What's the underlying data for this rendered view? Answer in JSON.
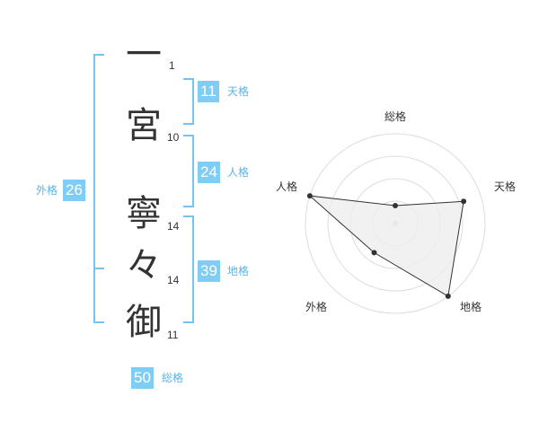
{
  "name": {
    "characters": [
      {
        "char": "一",
        "strokes": "1"
      },
      {
        "char": "宮",
        "strokes": "10"
      },
      {
        "char": "寧",
        "strokes": "14"
      },
      {
        "char": "々",
        "strokes": "14"
      },
      {
        "char": "御",
        "strokes": "11"
      }
    ]
  },
  "scores": {
    "tenkaku": {
      "label": "天格",
      "value": "11"
    },
    "jinkaku": {
      "label": "人格",
      "value": "24"
    },
    "chikaku": {
      "label": "地格",
      "value": "39"
    },
    "gaikaku": {
      "label": "外格",
      "value": "26"
    },
    "soukaku": {
      "label": "総格",
      "value": "50"
    }
  },
  "chart_data": {
    "type": "radar",
    "axes": [
      "総格",
      "天格",
      "地格",
      "外格",
      "人格"
    ],
    "values": [
      1,
      4,
      5,
      2,
      5
    ],
    "range": [
      0,
      5
    ],
    "rings": 4,
    "colors": {
      "line": "#333333",
      "fill": "#eeeeee",
      "grid": "#dddddd",
      "point": "#333333"
    }
  },
  "colors": {
    "accent": "#7fccf5",
    "bracket": "#74c3f0",
    "label": "#5ab4e6"
  }
}
